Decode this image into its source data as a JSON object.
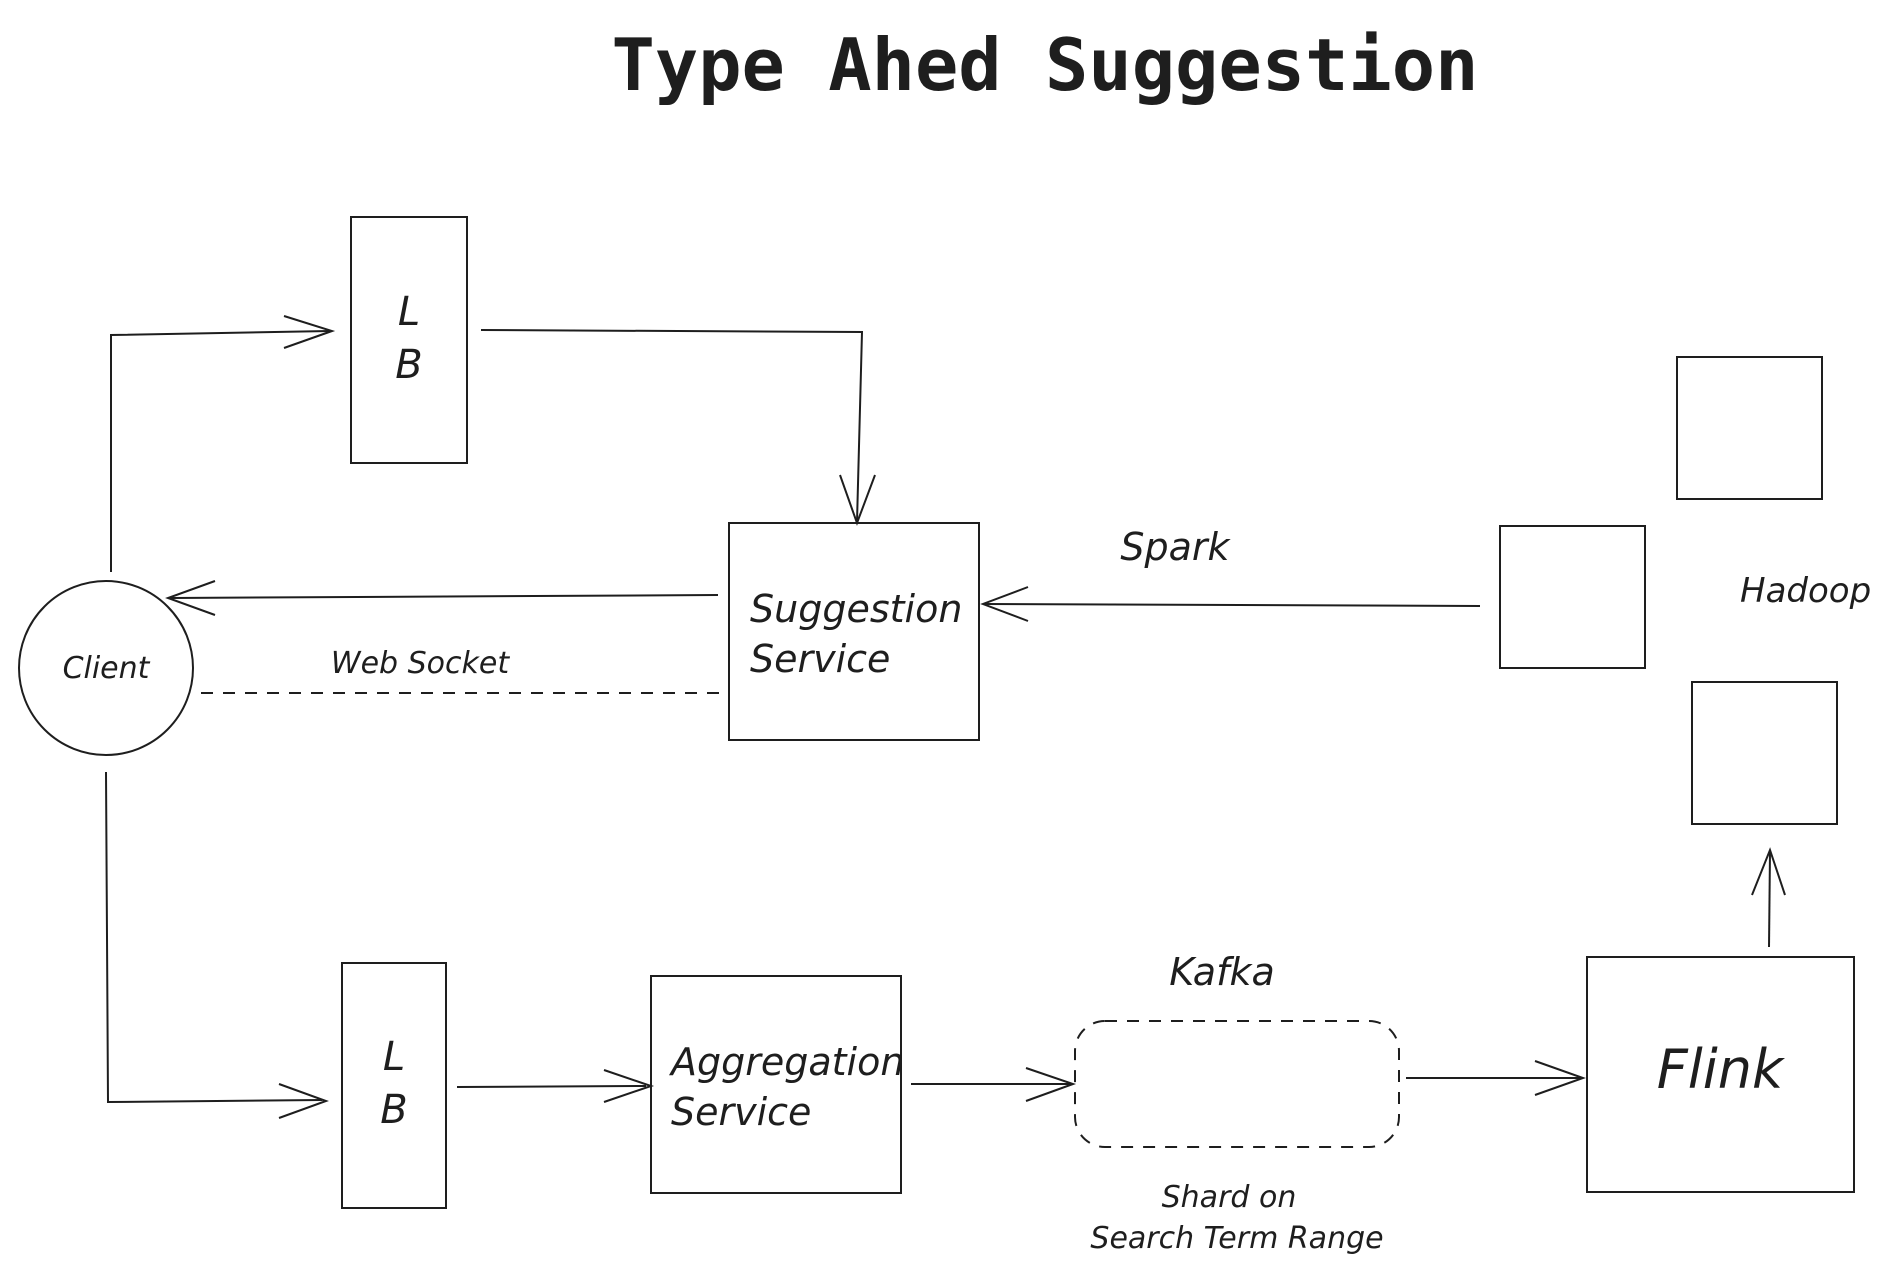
{
  "title": "Type Ahed Suggestion",
  "nodes": {
    "client": "Client",
    "lb_top_line1": "L",
    "lb_top_line2": "B",
    "lb_bottom_line1": "L",
    "lb_bottom_line2": "B",
    "suggestion_line1": "Suggestion",
    "suggestion_line2": "Service",
    "aggregation_line1": "Aggregation",
    "aggregation_line2": "Service",
    "kafka": "Kafka",
    "flink": "Flink",
    "hadoop": "Hadoop"
  },
  "edges": {
    "web_socket": "Web Socket",
    "spark": "Spark"
  },
  "notes": {
    "shard_line1": "Shard on",
    "shard_line2": "Search Term Range"
  },
  "colors": {
    "stroke": "#1e1e1e",
    "kafka_hatch": "#f4a3a3"
  }
}
